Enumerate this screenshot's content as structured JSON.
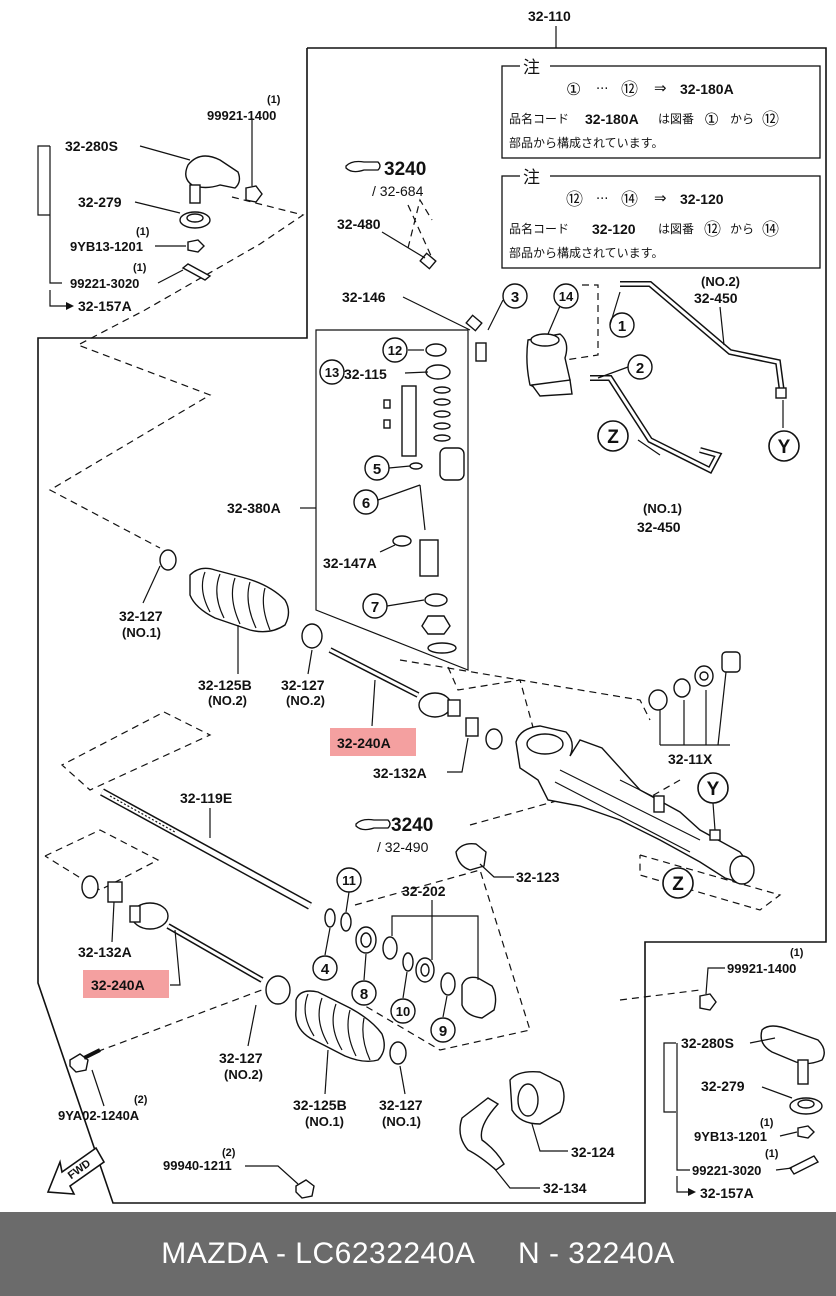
{
  "diagram": {
    "top_label": "32-110",
    "notes": [
      {
        "title": "注",
        "line1_from": "①",
        "line1_to": "⑫",
        "line1_target": "32-180A",
        "line2a": "品名コード",
        "line2_code": "32-180A",
        "line2b": "は図番",
        "line2_from": "①",
        "line2_kara": "から",
        "line2_to": "⑫",
        "line3": "部品から構成されています。"
      },
      {
        "title": "注",
        "line1_from": "⑫",
        "line1_to": "⑭",
        "line1_target": "32-120",
        "line2a": "品名コード",
        "line2_code": "32-120",
        "line2b": "は図番",
        "line2_from": "⑫",
        "line2_kara": "から",
        "line2_to": "⑭",
        "line3": "部品から構成されています。"
      }
    ],
    "labels": {
      "p99921_1400_qty": "(1)",
      "p99921_1400": "99921-1400",
      "p32_280S": "32-280S",
      "p32_279": "32-279",
      "p9YB13_qty": "(1)",
      "p9YB13": "9YB13-1201",
      "p99221_qty": "(1)",
      "p99221": "99221-3020",
      "p32_157A": "32-157A",
      "ref3240_top": "3240",
      "ref32_684": "/ 32-684",
      "p32_480": "32-480",
      "p32_146": "32-146",
      "no2": "(NO.2)",
      "p32_450_top": "32-450",
      "p32_115": "32-115",
      "p32_380A": "32-380A",
      "p32_147A": "32-147A",
      "no1_450": "(NO.1)",
      "p32_450_bot": "32-450",
      "p32_127_a": "32-127",
      "no1_127_a": "(NO.1)",
      "p32_125B_a": "32-125B",
      "no2_125B_a": "(NO.2)",
      "p32_127_b": "32-127",
      "no2_127_b": "(NO.2)",
      "p32_240A_top": "32-240A",
      "p32_132A_top": "32-132A",
      "p32_11X": "32-11X",
      "p32_119E": "32-119E",
      "ref3240_mid": "3240",
      "ref32_490": "/ 32-490",
      "p32_123": "32-123",
      "p32_202": "32-202",
      "p32_132A_bot": "32-132A",
      "p32_240A_bot": "32-240A",
      "p32_127_c": "32-127",
      "no2_127_c": "(NO.2)",
      "p9YA02_qty": "(2)",
      "p9YA02": "9YA02-1240A",
      "p32_125B_b": "32-125B",
      "no1_125B_b": "(NO.1)",
      "p32_127_d": "32-127",
      "no1_127_d": "(NO.1)",
      "p32_124": "32-124",
      "p32_134": "32-134",
      "p99940_qty": "(2)",
      "p99940": "99940-1211",
      "r99921_qty": "(1)",
      "r99921": "99921-1400",
      "r32_280S": "32-280S",
      "r32_279": "32-279",
      "r9YB13_qty": "(1)",
      "r9YB13": "9YB13-1201",
      "r99221_qty": "(1)",
      "r99221": "99221-3020",
      "r32_157A": "32-157A",
      "fwd": "FWD"
    },
    "callouts": [
      "1",
      "2",
      "3",
      "4",
      "5",
      "6",
      "7",
      "8",
      "9",
      "10",
      "11",
      "12",
      "13",
      "14"
    ],
    "markers": [
      "Y",
      "Z",
      "Y",
      "Z"
    ]
  },
  "colors": {
    "highlight": "#f4a0a0",
    "footer_bg": "#6b6b6b",
    "footer_text": "#ffffff"
  },
  "footer": {
    "text": "MAZDA - LC6232240A     N - 32240A"
  }
}
